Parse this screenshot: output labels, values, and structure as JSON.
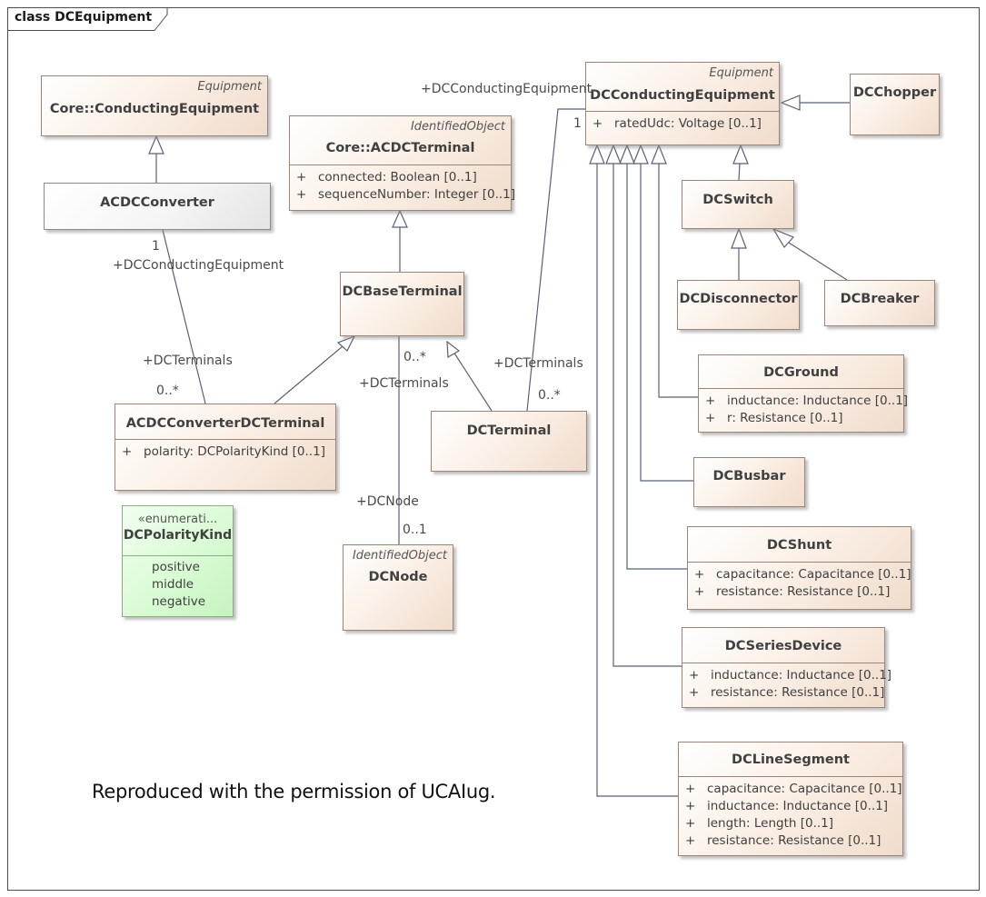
{
  "frame": {
    "title": "class DCEquipment"
  },
  "note": "Reproduced with the permission of UCAIug.",
  "classes": {
    "core_conducting_equipment": {
      "stereotype": "Equipment",
      "name": "Core::ConductingEquipment"
    },
    "acdc_converter": {
      "name": "ACDCConverter"
    },
    "core_acdc_terminal": {
      "stereotype": "IdentifiedObject",
      "name": "Core::ACDCTerminal",
      "attributes": [
        {
          "vis": "+",
          "text": "connected: Boolean [0..1]"
        },
        {
          "vis": "+",
          "text": "sequenceNumber: Integer [0..1]"
        }
      ]
    },
    "dc_base_terminal": {
      "name": "DCBaseTerminal"
    },
    "acdc_converter_dc_terminal": {
      "name": "ACDCConverterDCTerminal",
      "attributes": [
        {
          "vis": "+",
          "text": "polarity: DCPolarityKind [0..1]"
        }
      ]
    },
    "dc_polarity_kind": {
      "stereotype": "«enumerati...",
      "name": "DCPolarityKind",
      "literals": [
        "positive",
        "middle",
        "negative"
      ]
    },
    "dc_node": {
      "stereotype": "IdentifiedObject",
      "name": "DCNode"
    },
    "dc_terminal": {
      "name": "DCTerminal"
    },
    "dc_conducting_equipment": {
      "stereotype": "Equipment",
      "name": "DCConductingEquipment",
      "attributes": [
        {
          "vis": "+",
          "text": "ratedUdc: Voltage [0..1]"
        }
      ]
    },
    "dc_chopper": {
      "name": "DCChopper"
    },
    "dc_switch": {
      "name": "DCSwitch"
    },
    "dc_disconnector": {
      "name": "DCDisconnector"
    },
    "dc_breaker": {
      "name": "DCBreaker"
    },
    "dc_ground": {
      "name": "DCGround",
      "attributes": [
        {
          "vis": "+",
          "text": "inductance: Inductance [0..1]"
        },
        {
          "vis": "+",
          "text": "r: Resistance [0..1]"
        }
      ]
    },
    "dc_busbar": {
      "name": "DCBusbar"
    },
    "dc_shunt": {
      "name": "DCShunt",
      "attributes": [
        {
          "vis": "+",
          "text": "capacitance: Capacitance [0..1]"
        },
        {
          "vis": "+",
          "text": "resistance: Resistance [0..1]"
        }
      ]
    },
    "dc_series_device": {
      "name": "DCSeriesDevice",
      "attributes": [
        {
          "vis": "+",
          "text": "inductance: Inductance [0..1]"
        },
        {
          "vis": "+",
          "text": "resistance: Resistance [0..1]"
        }
      ]
    },
    "dc_line_segment": {
      "name": "DCLineSegment",
      "attributes": [
        {
          "vis": "+",
          "text": "capacitance: Capacitance [0..1]"
        },
        {
          "vis": "+",
          "text": "inductance: Inductance [0..1]"
        },
        {
          "vis": "+",
          "text": "length: Length [0..1]"
        },
        {
          "vis": "+",
          "text": "resistance: Resistance [0..1]"
        }
      ]
    }
  },
  "associations": {
    "converter_to_terminal": {
      "role_top": "+DCConductingEquipment",
      "mult_top": "1",
      "role_bottom": "+DCTerminals",
      "mult_bottom": "0..*"
    },
    "node_to_base_terminal": {
      "role_top": "+DCTerminals",
      "mult_top": "0..*",
      "role_bottom": "+DCNode",
      "mult_bottom": "0..1"
    },
    "equipment_to_dc_terminal": {
      "role_top": "+DCConductingEquipment",
      "mult_top": "1",
      "role_bottom": "+DCTerminals",
      "mult_bottom": "0..*"
    }
  }
}
